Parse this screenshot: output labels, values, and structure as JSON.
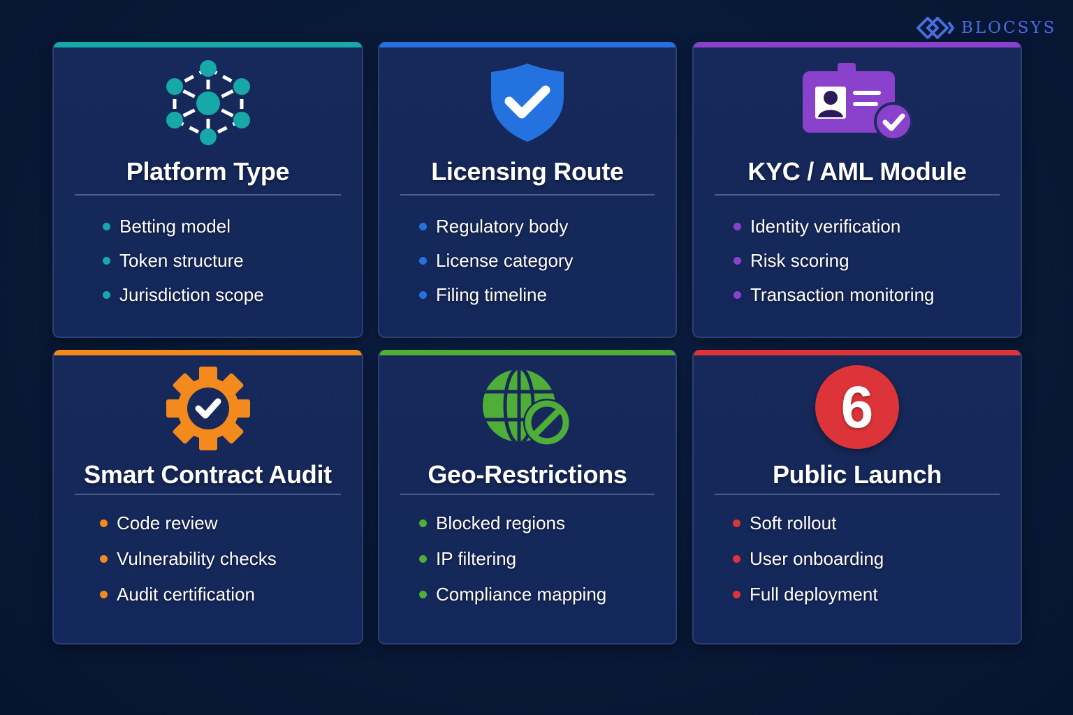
{
  "brand": {
    "name": "BLOCSYS",
    "color": "#4a6de0",
    "icon": "blocsys-logo-icon"
  },
  "cards": [
    {
      "id": "platform-type",
      "title": "Platform Type",
      "icon": "network-nodes-icon",
      "accent_color": "#16a9a8",
      "items": [
        "Betting model",
        "Token structure",
        "Jurisdiction scope"
      ]
    },
    {
      "id": "licensing-route",
      "title": "Licensing Route",
      "icon": "shield-check-icon",
      "accent_color": "#2472e0",
      "items": [
        "Regulatory body",
        "License category",
        "Filing timeline"
      ]
    },
    {
      "id": "kyc-aml-module",
      "title": "KYC / AML Module",
      "icon": "id-card-check-icon",
      "accent_color": "#8a42cc",
      "items": [
        "Identity verification",
        "Risk scoring",
        "Transaction monitoring"
      ]
    },
    {
      "id": "smart-contract-audit",
      "title": "Smart Contract Audit",
      "icon": "gear-check-icon",
      "accent_color": "#f28a1e",
      "items": [
        "Code review",
        "Vulnerability checks",
        "Audit certification"
      ]
    },
    {
      "id": "geo-restrictions",
      "title": "Geo-Restrictions",
      "icon": "globe-blocked-icon",
      "accent_color": "#4fae38",
      "items": [
        "Blocked regions",
        "IP filtering",
        "Compliance mapping"
      ]
    },
    {
      "id": "public-launch",
      "title": "Public Launch",
      "icon": "number-six-badge-icon",
      "badge_number": "6",
      "accent_color": "#dc3438",
      "items": [
        "Soft rollout",
        "User onboarding",
        "Full deployment"
      ]
    }
  ]
}
